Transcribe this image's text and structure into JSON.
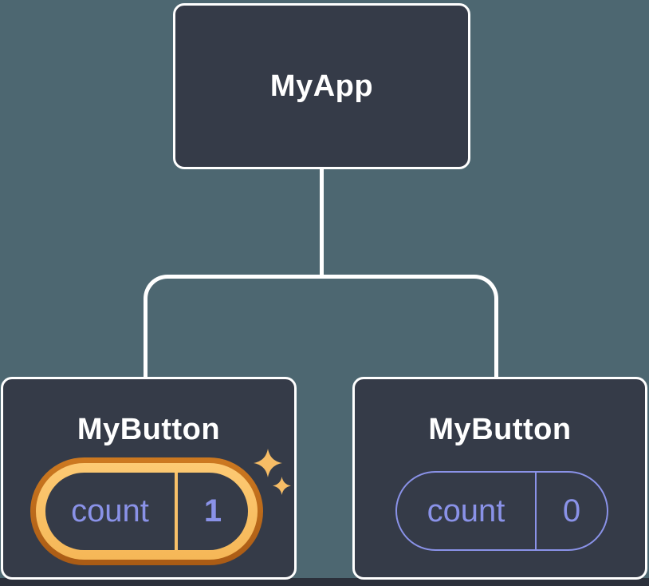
{
  "diagram": {
    "title": "component-state-tree",
    "root": {
      "label": "MyApp"
    },
    "children": [
      {
        "label": "MyButton",
        "state_key": "count",
        "state_value": "1",
        "highlighted": true
      },
      {
        "label": "MyButton",
        "state_key": "count",
        "state_value": "0",
        "highlighted": false
      }
    ]
  },
  "colors": {
    "background": "#4d6771",
    "footer_strip": "#2b303b",
    "node_fill": "#353b48",
    "node_border": "#ffffff",
    "node_label": "#ffffff",
    "connector": "#ffffff",
    "state_purple": "#8a92e8",
    "highlight_ring_dark": "#c0681b",
    "highlight_ring_light": "#fbc46d",
    "highlight_divider": "#f9c169",
    "sparkle": "#f7bd66"
  }
}
